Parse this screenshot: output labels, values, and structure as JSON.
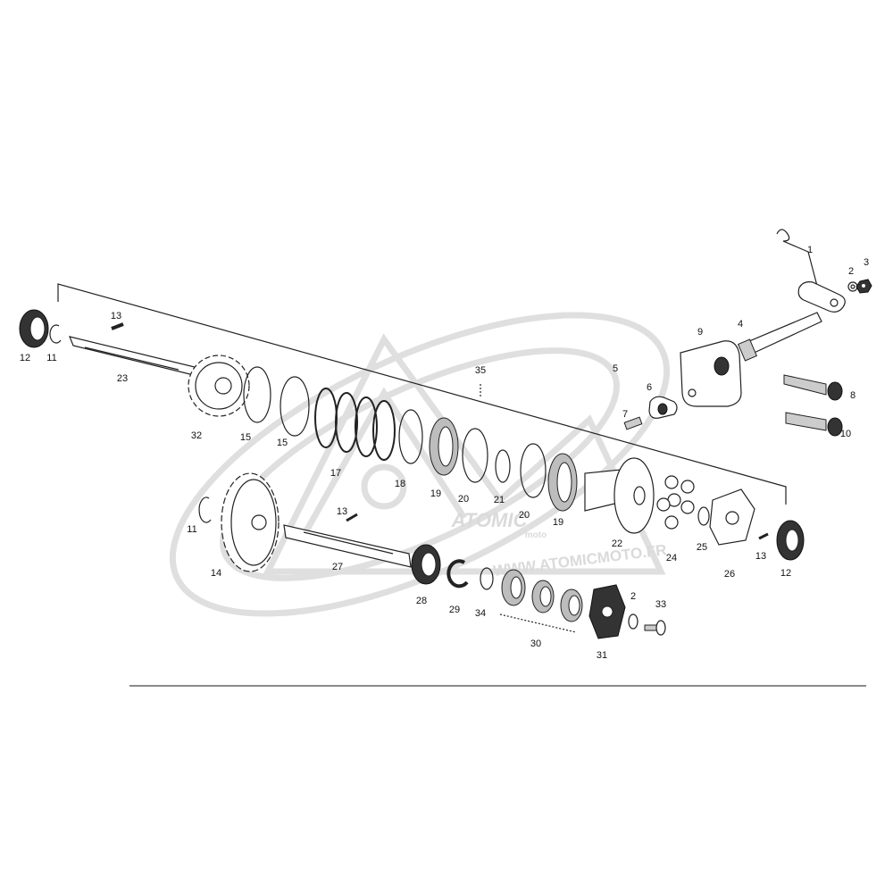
{
  "watermark": {
    "logo_text": "ATOMIC",
    "logo_sub": "moto",
    "url_text": "WWW.ATOMICMOTO.FR"
  },
  "labels": [
    {
      "id": "1",
      "text": "1"
    },
    {
      "id": "2a",
      "text": "2"
    },
    {
      "id": "3",
      "text": "3"
    },
    {
      "id": "4",
      "text": "4"
    },
    {
      "id": "5",
      "text": "5"
    },
    {
      "id": "6",
      "text": "6"
    },
    {
      "id": "7",
      "text": "7"
    },
    {
      "id": "8",
      "text": "8"
    },
    {
      "id": "9",
      "text": "9"
    },
    {
      "id": "10",
      "text": "10"
    },
    {
      "id": "11a",
      "text": "11"
    },
    {
      "id": "11b",
      "text": "11"
    },
    {
      "id": "12a",
      "text": "12"
    },
    {
      "id": "12b",
      "text": "12"
    },
    {
      "id": "13a",
      "text": "13"
    },
    {
      "id": "13b",
      "text": "13"
    },
    {
      "id": "13c",
      "text": "13"
    },
    {
      "id": "14",
      "text": "14"
    },
    {
      "id": "15a",
      "text": "15"
    },
    {
      "id": "15b",
      "text": "15"
    },
    {
      "id": "17",
      "text": "17"
    },
    {
      "id": "18",
      "text": "18"
    },
    {
      "id": "19a",
      "text": "19"
    },
    {
      "id": "19b",
      "text": "19"
    },
    {
      "id": "20a",
      "text": "20"
    },
    {
      "id": "20b",
      "text": "20"
    },
    {
      "id": "21",
      "text": "21"
    },
    {
      "id": "22",
      "text": "22"
    },
    {
      "id": "23",
      "text": "23"
    },
    {
      "id": "24",
      "text": "24"
    },
    {
      "id": "25",
      "text": "25"
    },
    {
      "id": "26",
      "text": "26"
    },
    {
      "id": "27",
      "text": "27"
    },
    {
      "id": "28",
      "text": "28"
    },
    {
      "id": "29",
      "text": "29"
    },
    {
      "id": "30",
      "text": "30"
    },
    {
      "id": "31",
      "text": "31"
    },
    {
      "id": "32",
      "text": "32"
    },
    {
      "id": "33",
      "text": "33"
    },
    {
      "id": "34",
      "text": "34"
    },
    {
      "id": "35",
      "text": "35"
    },
    {
      "id": "2b",
      "text": "2"
    }
  ]
}
